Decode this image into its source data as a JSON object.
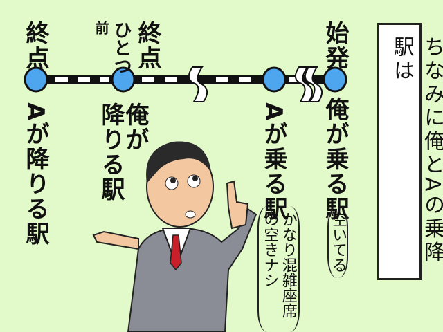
{
  "panel": {
    "caption": "ちなみに俺とAの乗降駅は",
    "stations": {
      "terminal": {
        "top": "終点",
        "bottom": "Aが降りる駅"
      },
      "one_before_terminal": {
        "top_main": "終点",
        "top_sub": "ひとつ",
        "top_sub2": "前",
        "bottom_1": "俺が",
        "bottom_2": "降りる駅"
      },
      "a_boarding": {
        "bottom": "Aが乗る駅",
        "note_1": "かなり混雑",
        "note_2": "座席の空きナシ"
      },
      "origin": {
        "top": "始発",
        "bottom": "俺が乗る駅",
        "note": "空いてる"
      }
    },
    "colors": {
      "background": "#e2f9c9",
      "station": "#4da6ee",
      "line": "#111111"
    }
  }
}
